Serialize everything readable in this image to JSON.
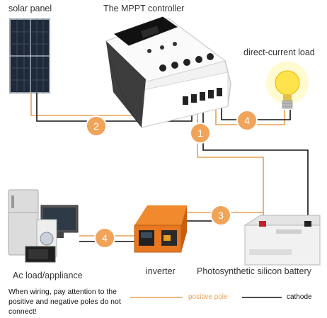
{
  "labels": {
    "solar_panel": "solar panel",
    "controller": "The MPPT controller",
    "dc_load": "direct-current load",
    "ac_load": "Ac load/appliance",
    "inverter": "inverter",
    "battery": "Photosynthetic silicon battery"
  },
  "markers": [
    "2",
    "1",
    "4",
    "3",
    "4"
  ],
  "note": "When wiring, pay attention to the positive and negative poles do not connect!",
  "legend": {
    "positive": "positive pole",
    "negative": "cathode"
  },
  "colors": {
    "positive": "#e8a055",
    "negative": "#111111",
    "marker": "#f0a45a",
    "inverter_orange": "#e87722"
  }
}
